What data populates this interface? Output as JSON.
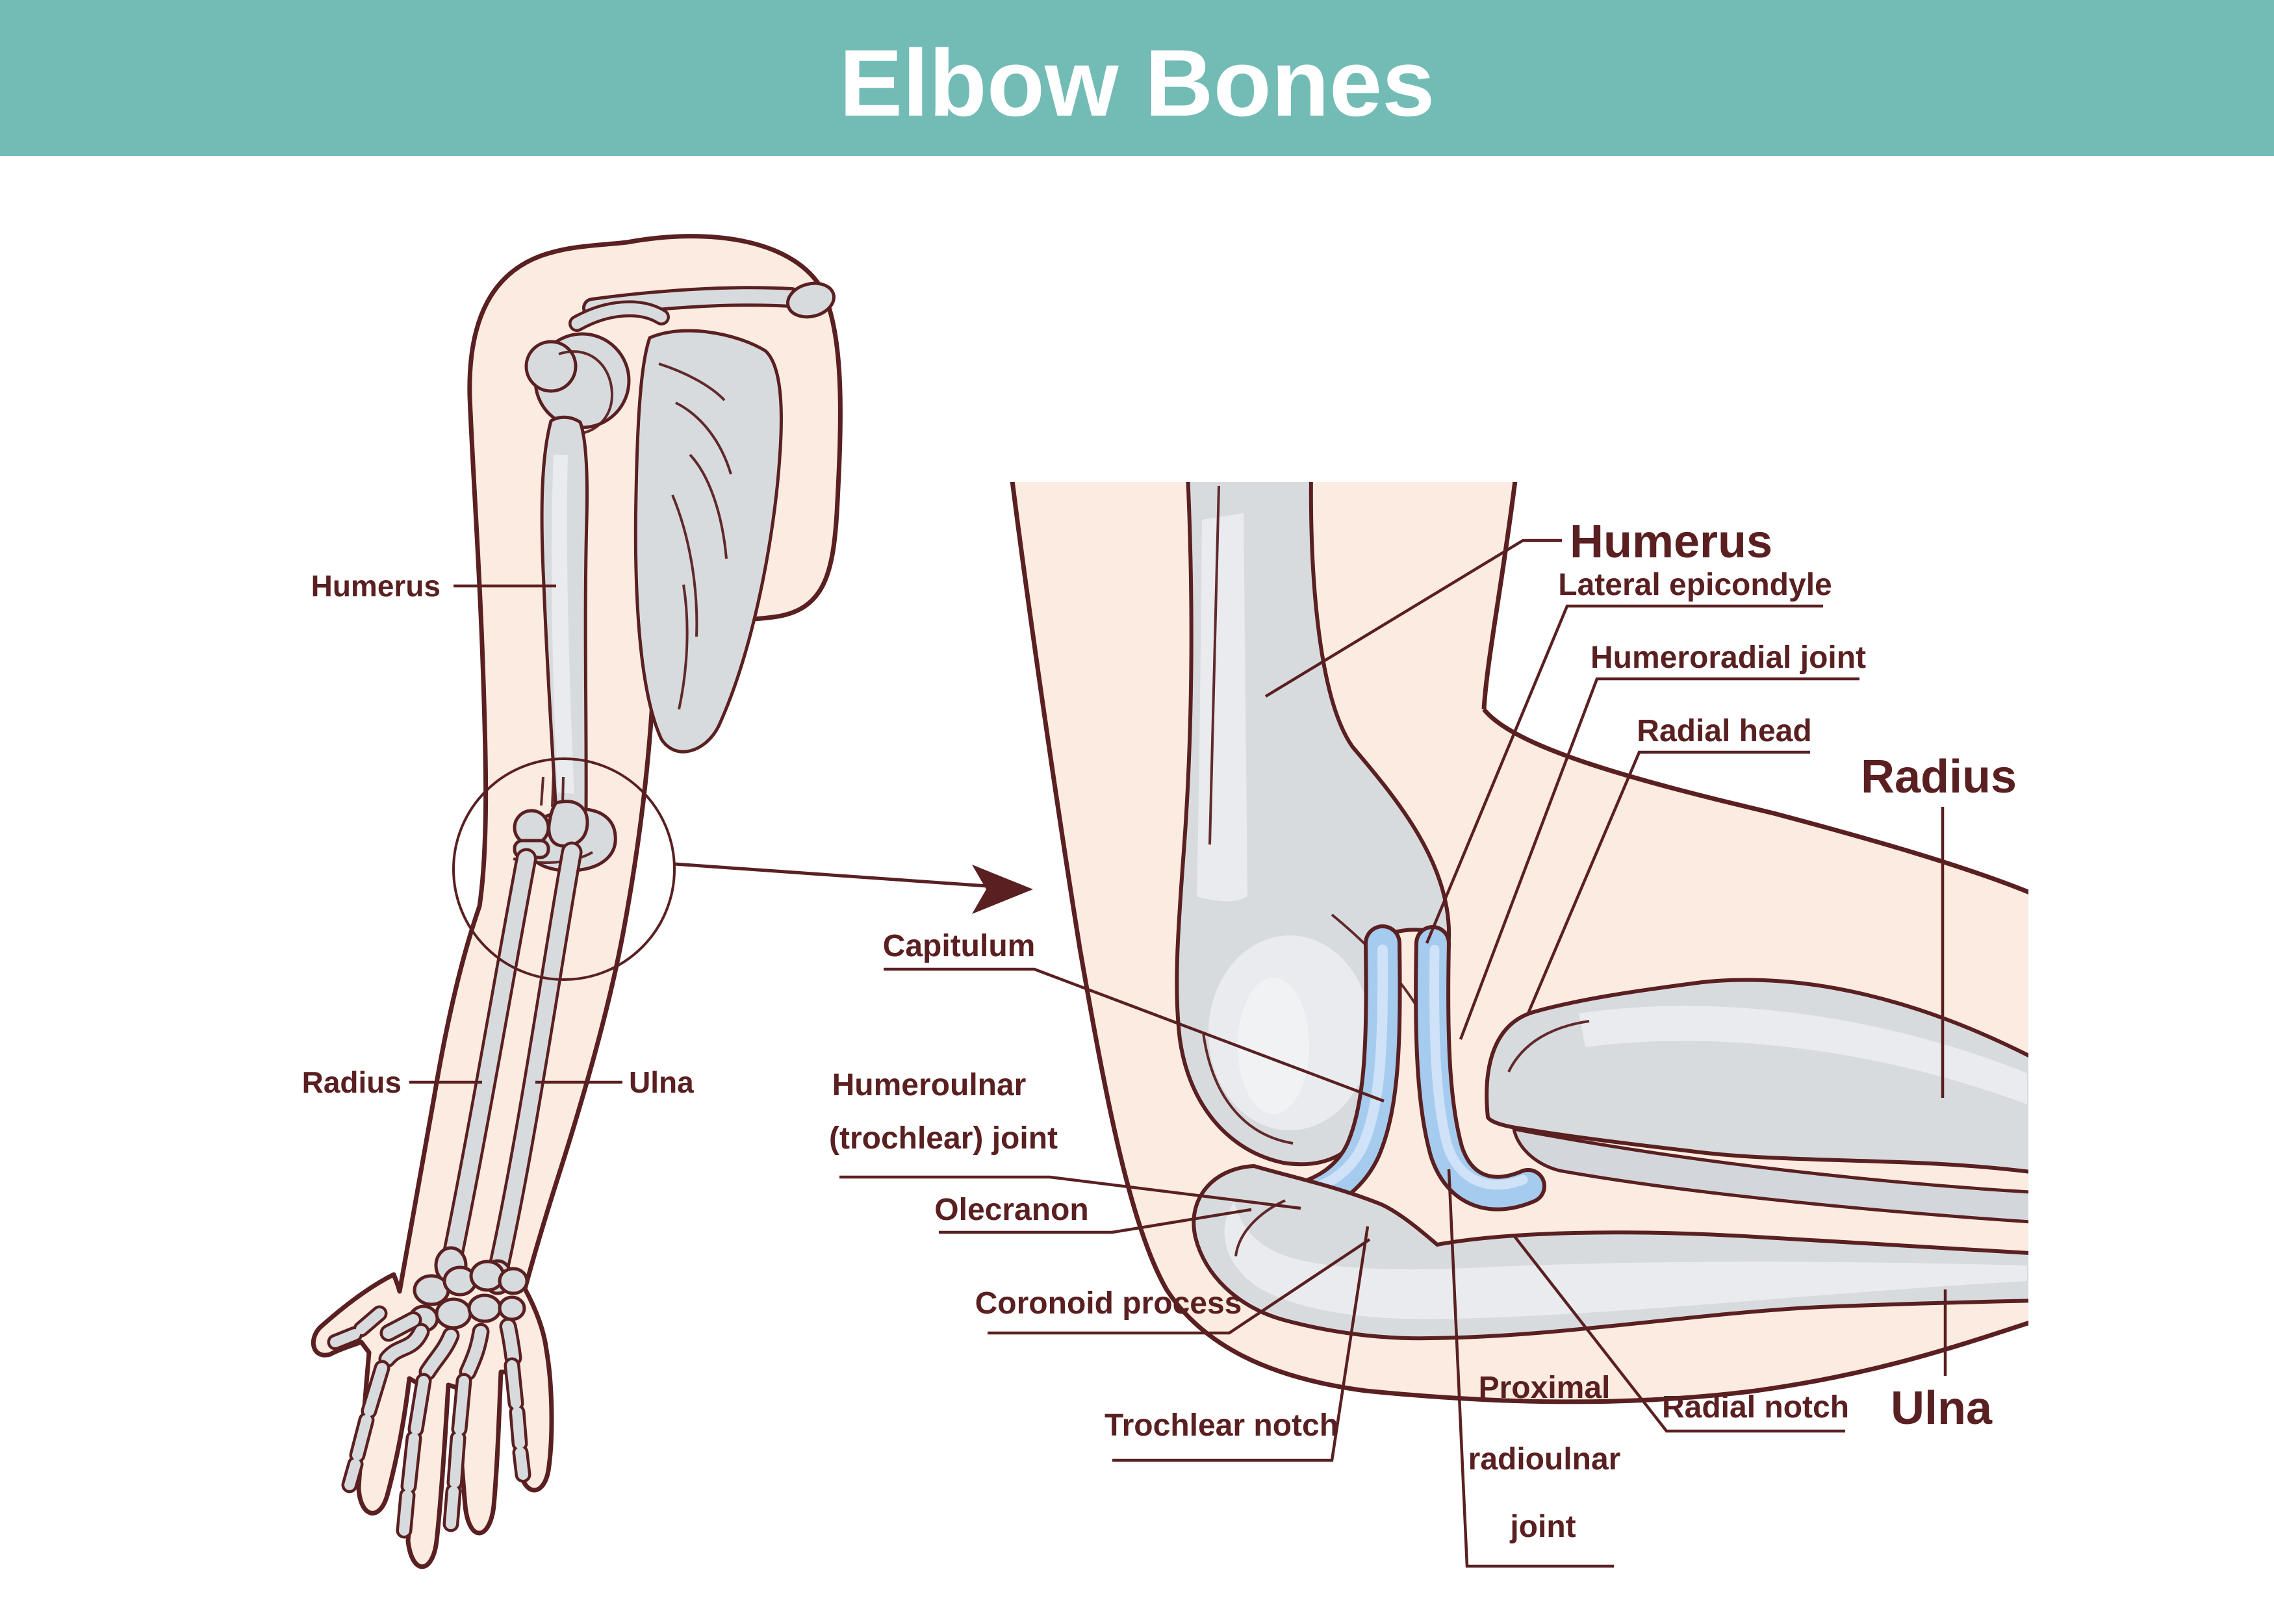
{
  "header": {
    "title": "Elbow Bones",
    "background_color": "#73bcb6",
    "title_color": "#ffffff"
  },
  "palette": {
    "outline_maroon": "#5a2021",
    "label_text": "#5a2021",
    "skin": "#fcebe0",
    "skin_light": "#fdf1e9",
    "bone_gray": "#d8dbde",
    "bone_highlight": "#e9ebee",
    "cartilage_blue": "#a5cbee",
    "cartilage_blue_light": "#cfe2f7",
    "background": "#ffffff"
  },
  "overview_figure": {
    "description": "full arm skeleton with shoulder, elbow magnifier circle and hand",
    "labels": {
      "humerus": "Humerus",
      "radius": "Radius",
      "ulna": "Ulna"
    }
  },
  "detail_figure": {
    "description": "flexed elbow joint close-up",
    "labels": {
      "humerus": "Humerus",
      "lateral_epicondyle": "Lateral epicondyle",
      "humeroradial_joint": "Humeroradial joint",
      "radial_head": "Radial head",
      "radius": "Radius",
      "capitulum": "Capitulum",
      "humeroulnar_line1": "Humeroulnar",
      "humeroulnar_line2": "(trochlear) joint",
      "olecranon": "Olecranon",
      "coronoid_process": "Coronoid process",
      "trochlear_notch": "Trochlear notch",
      "proximal_radioulnar_line1": "Proximal",
      "proximal_radioulnar_line2": "radioulnar",
      "proximal_radioulnar_line3": "joint",
      "radial_notch": "Radial notch",
      "ulna": "Ulna"
    }
  }
}
